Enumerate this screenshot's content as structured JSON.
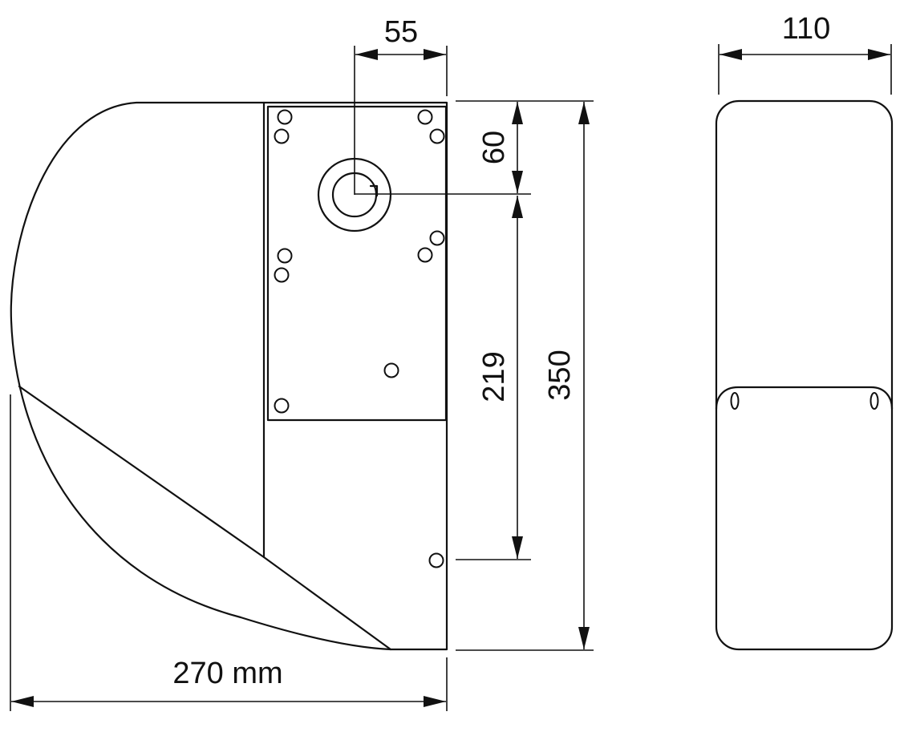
{
  "dimensions": {
    "shaft_offset_horizontal": "55",
    "shaft_offset_vertical": "60",
    "lower_hole_distance": "219",
    "total_height": "350",
    "total_width": "270 mm",
    "side_depth": "110"
  },
  "colors": {
    "line": "#111111",
    "background": "#ffffff"
  }
}
